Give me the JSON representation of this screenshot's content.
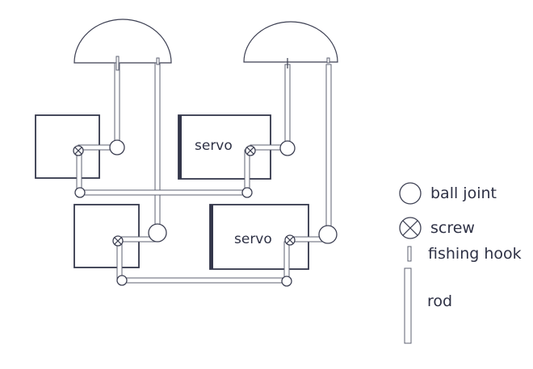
{
  "diagram": {
    "servo_labels": [
      "servo",
      "servo"
    ],
    "legend": {
      "ball_joint": "ball joint",
      "screw": "screw",
      "fishing_hook": "fishing hook",
      "rod": "rod"
    }
  },
  "colors": {
    "stroke": "#33364a",
    "text": "#2e3145"
  }
}
